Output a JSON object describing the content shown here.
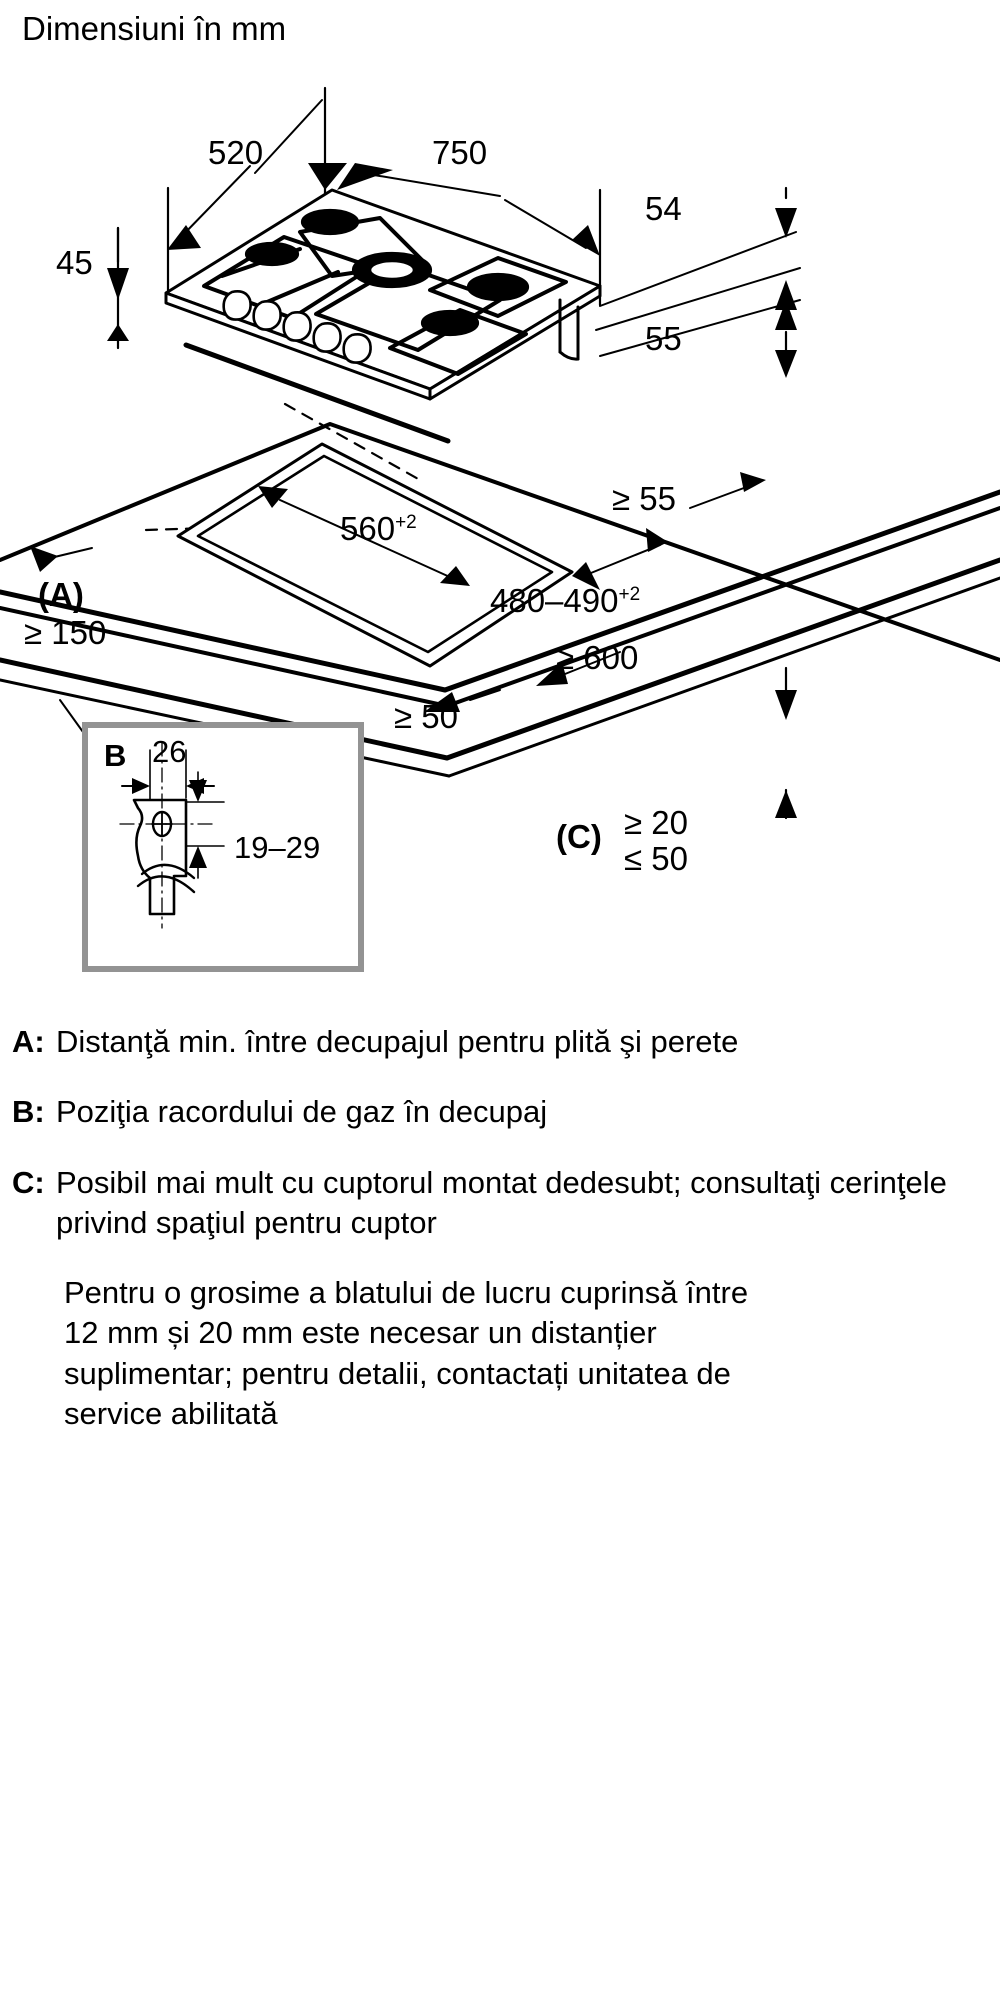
{
  "title": "Dimensiuni în mm",
  "hob_dimensions": {
    "depth_520": "520",
    "width_750": "750",
    "left_45": "45",
    "right_54": "54",
    "right_55": "55"
  },
  "cutout_dimensions": {
    "cutout_width": "560",
    "cutout_width_tol": "+2",
    "cutout_depth": "480–490",
    "cutout_depth_tol": "+2",
    "min_rear_55": "≥ 55",
    "min_below_600": "≥ 600",
    "min_side_50": "≥ 50",
    "label_a": "(A)",
    "min_wall_150": "≥ 150",
    "label_c": "(C)",
    "min_c_20": "≥ 20",
    "max_c_50": "≤ 50"
  },
  "inset_b": {
    "letter": "B",
    "width_26": "26",
    "range_19_29": "19–29"
  },
  "legend": [
    {
      "key": "A:",
      "text": "Distanţă min. între decupajul pentru plită şi perete"
    },
    {
      "key": "B:",
      "text": "Poziţia racordului de gaz în decupaj"
    },
    {
      "key": "C:",
      "text": "Posibil mai mult cu cuptorul montat dedesubt; consultaţi cerinţele privind spaţiul pentru cuptor"
    }
  ],
  "note": "Pentru o grosime a blatului de lucru cuprinsă între 12 mm și 20 mm este necesar un distanțier suplimentar; pentru detalii, contactați unitatea de service abilitată",
  "colors": {
    "line": "#000000",
    "inset_border": "#939393",
    "background": "#ffffff"
  }
}
